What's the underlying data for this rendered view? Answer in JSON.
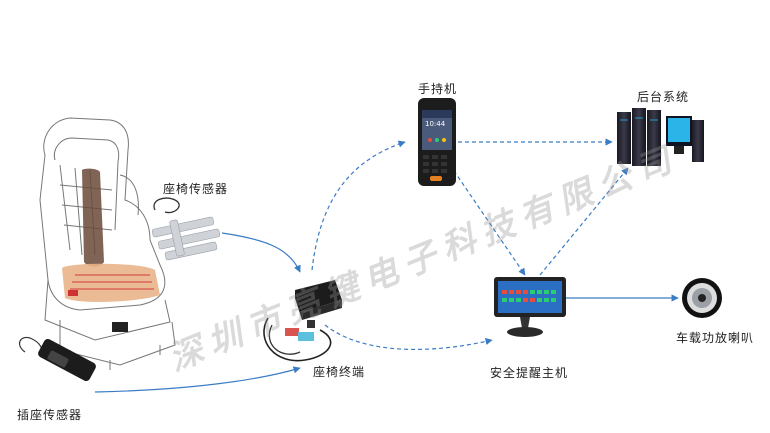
{
  "labels": {
    "handheld": "手持机",
    "backend": "后台系统",
    "seat_sensor": "座椅传感器",
    "seat_terminal": "座椅终端",
    "safety_host": "安全提醒主机",
    "speaker": "车载功放喇叭",
    "buckle_sensor": "插座传感器"
  },
  "watermark": "深圳市亮键电子科技有限公司",
  "phone_screen": {
    "time": "10:44"
  },
  "colors": {
    "connector": "#3a7cc4",
    "screen_blue": "#2b6fc4",
    "server_cyan": "#2bb4e8",
    "seat_heat": "#e8b48a"
  }
}
